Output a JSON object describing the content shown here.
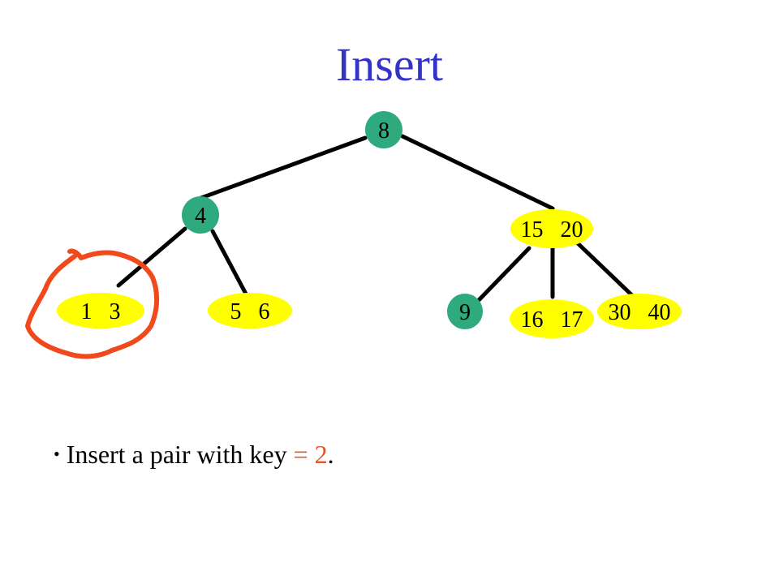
{
  "title": "Insert",
  "colors": {
    "title": "#3333cc",
    "internal_node": "#2eaa7e",
    "leaf_node": "#ffff00",
    "highlight_circle": "#f04a1c",
    "key_accent": "#e8532a"
  },
  "tree": {
    "root": {
      "keys": "8"
    },
    "left_child": {
      "keys": "4"
    },
    "right_child": {
      "keys": "15   20"
    },
    "leaves": [
      {
        "keys": "1   3"
      },
      {
        "keys": "5   6"
      },
      {
        "keys": "9"
      },
      {
        "keys": "16   17"
      },
      {
        "keys": "30   40"
      }
    ]
  },
  "bullet": {
    "marker": "•",
    "text_before": "Insert a pair with key ",
    "text_accent": "= 2",
    "text_after": "."
  }
}
